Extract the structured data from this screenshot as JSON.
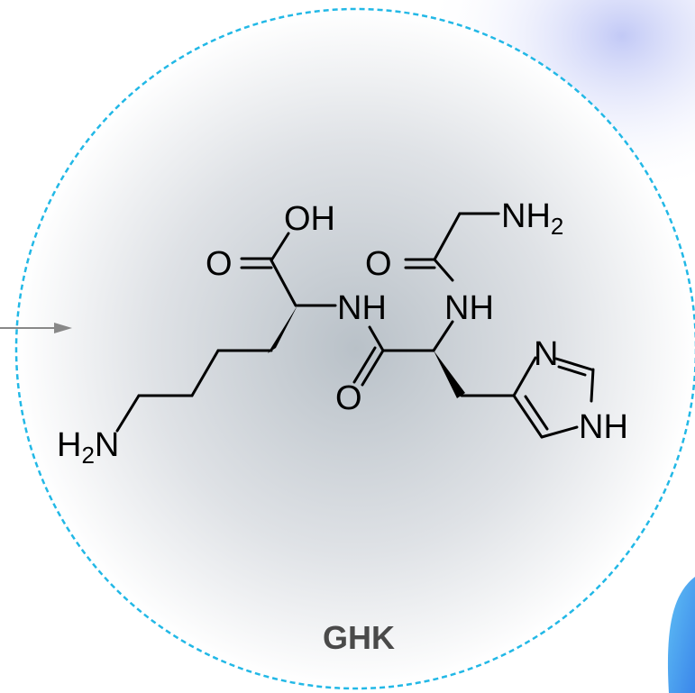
{
  "diagram": {
    "title": "GHK",
    "atoms": {
      "oh": "OH",
      "o_acid": "O",
      "nh_left": "NH",
      "nh2_gly_main": "NH",
      "nh2_gly_sub": "2",
      "o_gly": "O",
      "nh_gly": "NH",
      "o_amide": "O",
      "n_ring": "N",
      "nh_ring": "NH",
      "h2n_main_h": "H",
      "h2n_sub": "2",
      "h2n_main_n": "N"
    }
  },
  "colors": {
    "circle_border": "#22b8e6",
    "circle_fill_center": "#b9c1c8",
    "corner_blob": "#c9cff5",
    "badge": "#4aa6f0",
    "arrow": "#888888"
  }
}
